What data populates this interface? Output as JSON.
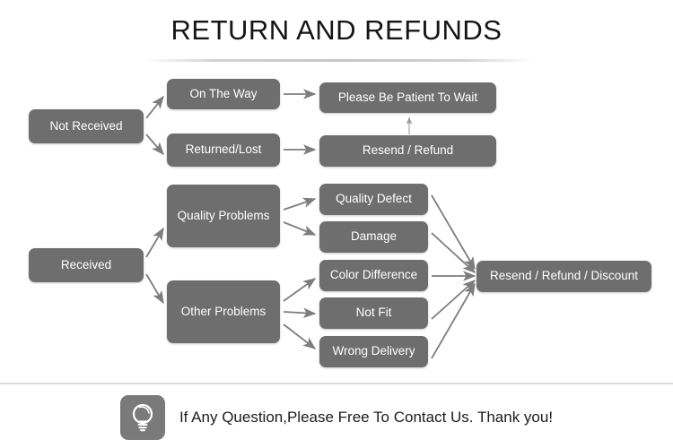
{
  "header": {
    "title": "RETURN AND REFUNDS",
    "divider": true
  },
  "colors": {
    "node_fill": "#6e6e6e",
    "node_text": "#ffffff",
    "arrow": "#7d7d7d",
    "page_background": "#ffffff",
    "title_text": "#151515",
    "footer_rule": "#dcdcdc",
    "badge_fill": "#7a7a7a"
  },
  "flowchart": {
    "nodes": {
      "not_received": "Not Received",
      "on_the_way": "On The Way",
      "returned_lost": "Returned/Lost",
      "please_be_patient": "Please Be Patient To Wait",
      "resend_refund": "Resend / Refund",
      "received": "Received",
      "quality_problems": "Quality Problems",
      "other_problems": "Other Problems",
      "quality_defect": "Quality Defect",
      "damage": "Damage",
      "color_difference": "Color Difference",
      "not_fit": "Not Fit",
      "wrong_delivery": "Wrong Delivery",
      "resend_refund_discount": "Resend / Refund / Discount"
    },
    "edges": [
      {
        "from": "not_received",
        "to": "on_the_way"
      },
      {
        "from": "not_received",
        "to": "returned_lost"
      },
      {
        "from": "on_the_way",
        "to": "please_be_patient"
      },
      {
        "from": "returned_lost",
        "to": "resend_refund"
      },
      {
        "from": "resend_refund",
        "to": "please_be_patient"
      },
      {
        "from": "received",
        "to": "quality_problems"
      },
      {
        "from": "received",
        "to": "other_problems"
      },
      {
        "from": "quality_problems",
        "to": "quality_defect"
      },
      {
        "from": "quality_problems",
        "to": "damage"
      },
      {
        "from": "other_problems",
        "to": "color_difference"
      },
      {
        "from": "other_problems",
        "to": "not_fit"
      },
      {
        "from": "other_problems",
        "to": "wrong_delivery"
      },
      {
        "from": "quality_defect",
        "to": "resend_refund_discount"
      },
      {
        "from": "damage",
        "to": "resend_refund_discount"
      },
      {
        "from": "color_difference",
        "to": "resend_refund_discount"
      },
      {
        "from": "not_fit",
        "to": "resend_refund_discount"
      },
      {
        "from": "wrong_delivery",
        "to": "resend_refund_discount"
      }
    ]
  },
  "footer": {
    "icon": "lightbulb-icon",
    "text": "If Any Question,Please Free To Contact Us. Thank you!"
  }
}
